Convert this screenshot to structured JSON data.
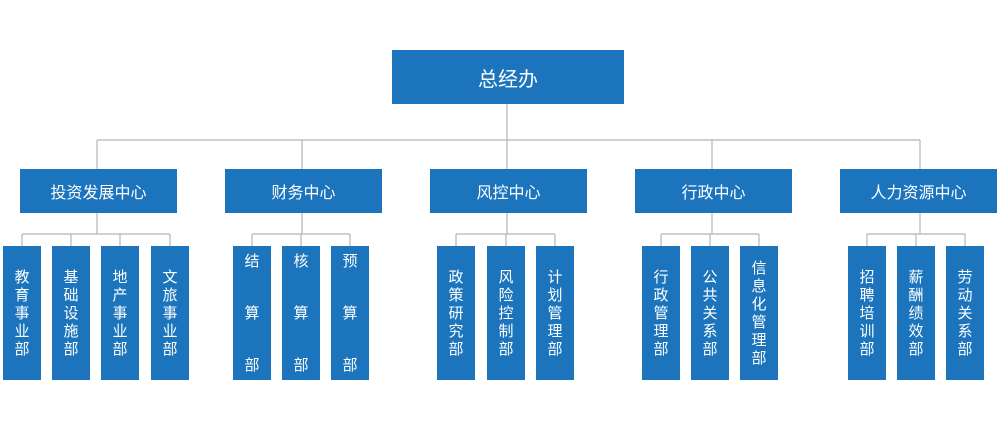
{
  "root": {
    "label": "总经办"
  },
  "centers": [
    {
      "label": "投资发展中心",
      "departments": [
        "教\n育\n事\n业\n部",
        "基\n础\n设\n施\n部",
        "地\n产\n事\n业\n部",
        "文\n旅\n事\n业\n部"
      ]
    },
    {
      "label": "财务中心",
      "departments": [
        "结\n\n算\n\n部",
        "核\n\n算\n\n部",
        "预\n\n算\n\n部"
      ]
    },
    {
      "label": "风控中心",
      "departments": [
        "政\n策\n研\n究\n部",
        "风\n险\n控\n制\n部",
        "计\n划\n管\n理\n部"
      ]
    },
    {
      "label": "行政中心",
      "departments": [
        "行\n政\n管\n理\n部",
        "公\n共\n关\n系\n部",
        "信\n息\n化\n管\n理\n部"
      ]
    },
    {
      "label": "人力资源中心",
      "departments": [
        "招\n聘\n培\n训\n部",
        "薪\n酬\n绩\n效\n部",
        "劳\n动\n关\n系\n部"
      ]
    }
  ],
  "colors": {
    "box": "#1b74bc",
    "text": "#ffffff",
    "connector": "#b5b5b5"
  }
}
